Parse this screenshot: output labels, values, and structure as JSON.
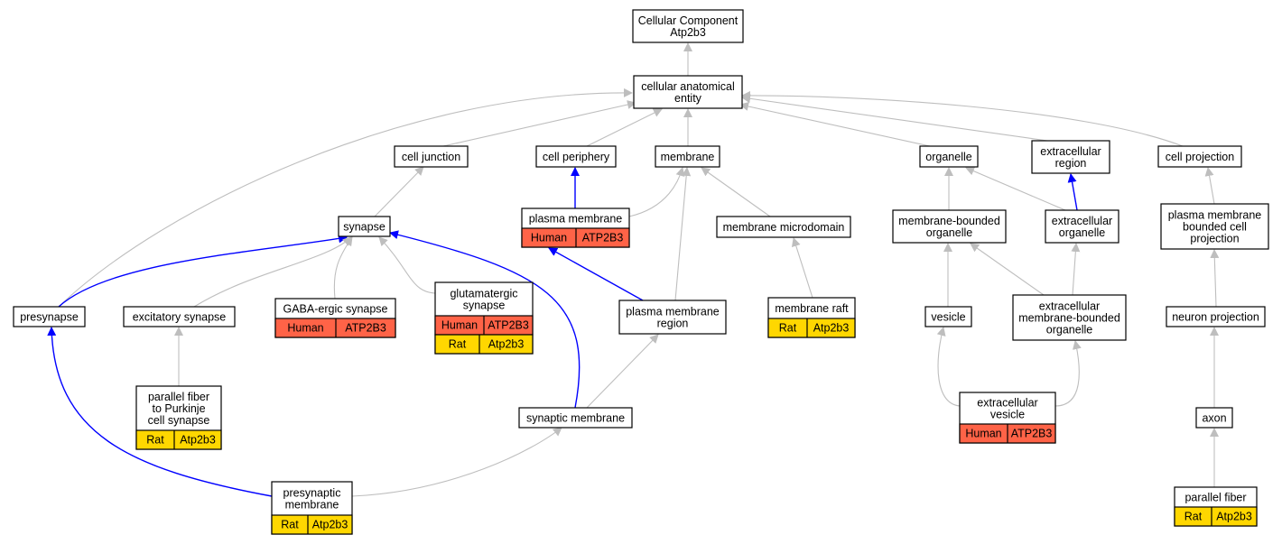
{
  "colors": {
    "human": "#ff6347",
    "rat": "#ffd700",
    "edge_default": "#bebebe",
    "edge_highlight": "#0000ff",
    "node_border": "#000000",
    "node_fill": "#ffffff"
  },
  "nodes": {
    "cellular_component": {
      "lines": [
        "Cellular Component",
        "Atp2b3"
      ]
    },
    "cellular_anatomical_entity": {
      "lines": [
        "cellular anatomical",
        "entity"
      ]
    },
    "cell_junction": {
      "lines": [
        "cell junction"
      ]
    },
    "cell_periphery": {
      "lines": [
        "cell periphery"
      ]
    },
    "membrane": {
      "lines": [
        "membrane"
      ]
    },
    "organelle": {
      "lines": [
        "organelle"
      ]
    },
    "extracellular_region": {
      "lines": [
        "extracellular",
        "region"
      ]
    },
    "cell_projection": {
      "lines": [
        "cell projection"
      ]
    },
    "synapse": {
      "lines": [
        "synapse"
      ]
    },
    "plasma_membrane": {
      "lines": [
        "plasma membrane"
      ],
      "annotations": [
        {
          "species": "Human",
          "gene": "ATP2B3"
        }
      ]
    },
    "membrane_microdomain": {
      "lines": [
        "membrane microdomain"
      ]
    },
    "membrane_bounded_organelle": {
      "lines": [
        "membrane-bounded",
        "organelle"
      ]
    },
    "extracellular_organelle": {
      "lines": [
        "extracellular",
        "organelle"
      ]
    },
    "plasma_membrane_bounded_cell_projection": {
      "lines": [
        "plasma membrane",
        "bounded cell",
        "projection"
      ]
    },
    "presynapse": {
      "lines": [
        "presynapse"
      ]
    },
    "excitatory_synapse": {
      "lines": [
        "excitatory synapse"
      ]
    },
    "gaba_ergic_synapse": {
      "lines": [
        "GABA-ergic synapse"
      ],
      "annotations": [
        {
          "species": "Human",
          "gene": "ATP2B3"
        }
      ]
    },
    "glutamatergic_synapse": {
      "lines": [
        "glutamatergic",
        "synapse"
      ],
      "annotations": [
        {
          "species": "Human",
          "gene": "ATP2B3"
        },
        {
          "species": "Rat",
          "gene": "Atp2b3"
        }
      ]
    },
    "plasma_membrane_region": {
      "lines": [
        "plasma membrane",
        "region"
      ]
    },
    "membrane_raft": {
      "lines": [
        "membrane raft"
      ],
      "annotations": [
        {
          "species": "Rat",
          "gene": "Atp2b3"
        }
      ]
    },
    "vesicle": {
      "lines": [
        "vesicle"
      ]
    },
    "extracellular_membrane_bounded_organelle": {
      "lines": [
        "extracellular",
        "membrane-bounded",
        "organelle"
      ]
    },
    "neuron_projection": {
      "lines": [
        "neuron projection"
      ]
    },
    "parallel_fiber_to_purkinje_cell_synapse": {
      "lines": [
        "parallel fiber",
        "to Purkinje",
        "cell synapse"
      ],
      "annotations": [
        {
          "species": "Rat",
          "gene": "Atp2b3"
        }
      ]
    },
    "synaptic_membrane": {
      "lines": [
        "synaptic membrane"
      ]
    },
    "extracellular_vesicle": {
      "lines": [
        "extracellular",
        "vesicle"
      ],
      "annotations": [
        {
          "species": "Human",
          "gene": "ATP2B3"
        }
      ]
    },
    "axon": {
      "lines": [
        "axon"
      ]
    },
    "presynaptic_membrane": {
      "lines": [
        "presynaptic",
        "membrane"
      ],
      "annotations": [
        {
          "species": "Rat",
          "gene": "Atp2b3"
        }
      ]
    },
    "parallel_fiber": {
      "lines": [
        "parallel fiber"
      ],
      "annotations": [
        {
          "species": "Rat",
          "gene": "Atp2b3"
        }
      ]
    }
  },
  "edges": [
    {
      "from": "cellular_anatomical_entity",
      "to": "cellular_component",
      "highlight": false
    },
    {
      "from": "presynapse",
      "to": "cellular_anatomical_entity",
      "highlight": false
    },
    {
      "from": "cell_junction",
      "to": "cellular_anatomical_entity",
      "highlight": false
    },
    {
      "from": "cell_periphery",
      "to": "cellular_anatomical_entity",
      "highlight": false
    },
    {
      "from": "membrane",
      "to": "cellular_anatomical_entity",
      "highlight": false
    },
    {
      "from": "organelle",
      "to": "cellular_anatomical_entity",
      "highlight": false
    },
    {
      "from": "extracellular_region",
      "to": "cellular_anatomical_entity",
      "highlight": false
    },
    {
      "from": "cell_projection",
      "to": "cellular_anatomical_entity",
      "highlight": false
    },
    {
      "from": "synapse",
      "to": "cell_junction",
      "highlight": false
    },
    {
      "from": "plasma_membrane",
      "to": "cell_periphery",
      "highlight": true
    },
    {
      "from": "plasma_membrane",
      "to": "membrane",
      "highlight": false
    },
    {
      "from": "plasma_membrane_region",
      "to": "membrane",
      "highlight": false
    },
    {
      "from": "membrane_microdomain",
      "to": "membrane",
      "highlight": false
    },
    {
      "from": "membrane_bounded_organelle",
      "to": "organelle",
      "highlight": false
    },
    {
      "from": "extracellular_organelle",
      "to": "organelle",
      "highlight": false
    },
    {
      "from": "extracellular_organelle",
      "to": "extracellular_region",
      "highlight": true
    },
    {
      "from": "plasma_membrane_bounded_cell_projection",
      "to": "cell_projection",
      "highlight": false
    },
    {
      "from": "presynapse",
      "to": "synapse",
      "highlight": true
    },
    {
      "from": "excitatory_synapse",
      "to": "synapse",
      "highlight": false
    },
    {
      "from": "gaba_ergic_synapse",
      "to": "synapse",
      "highlight": false
    },
    {
      "from": "glutamatergic_synapse",
      "to": "synapse",
      "highlight": false
    },
    {
      "from": "synaptic_membrane",
      "to": "synapse",
      "highlight": true
    },
    {
      "from": "plasma_membrane_region",
      "to": "plasma_membrane",
      "highlight": true
    },
    {
      "from": "membrane_raft",
      "to": "membrane_microdomain",
      "highlight": false
    },
    {
      "from": "vesicle",
      "to": "membrane_bounded_organelle",
      "highlight": false
    },
    {
      "from": "extracellular_membrane_bounded_organelle",
      "to": "membrane_bounded_organelle",
      "highlight": false
    },
    {
      "from": "extracellular_membrane_bounded_organelle",
      "to": "extracellular_organelle",
      "highlight": false
    },
    {
      "from": "neuron_projection",
      "to": "plasma_membrane_bounded_cell_projection",
      "highlight": false
    },
    {
      "from": "presynaptic_membrane",
      "to": "presynapse",
      "highlight": true
    },
    {
      "from": "parallel_fiber_to_purkinje_cell_synapse",
      "to": "excitatory_synapse",
      "highlight": false
    },
    {
      "from": "synaptic_membrane",
      "to": "plasma_membrane_region",
      "highlight": false
    },
    {
      "from": "presynaptic_membrane",
      "to": "synaptic_membrane",
      "highlight": false
    },
    {
      "from": "extracellular_vesicle",
      "to": "vesicle",
      "highlight": false
    },
    {
      "from": "extracellular_vesicle",
      "to": "extracellular_membrane_bounded_organelle",
      "highlight": false
    },
    {
      "from": "axon",
      "to": "neuron_projection",
      "highlight": false
    },
    {
      "from": "parallel_fiber",
      "to": "axon",
      "highlight": false
    }
  ]
}
